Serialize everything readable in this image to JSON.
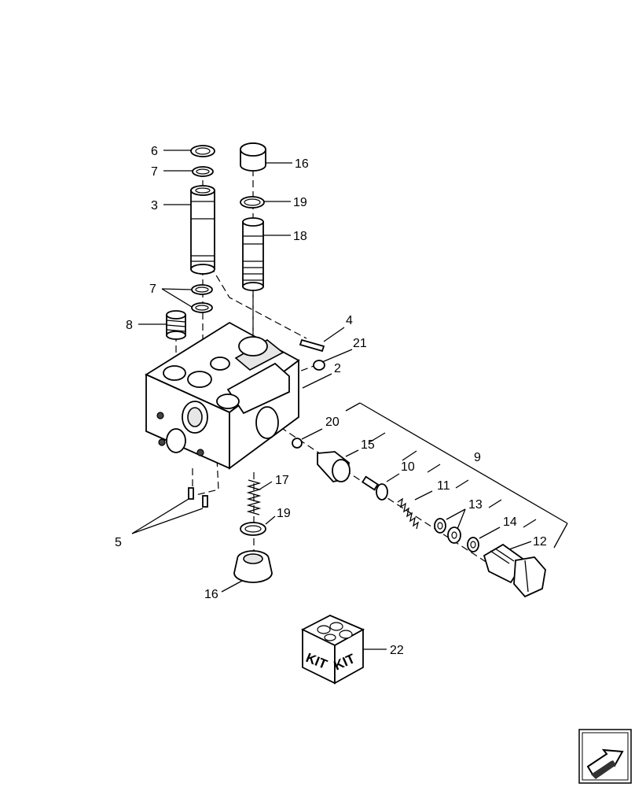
{
  "diagram": {
    "callouts": [
      "6",
      "7",
      "3",
      "7",
      "8",
      "16",
      "19",
      "18",
      "4",
      "21",
      "2",
      "20",
      "15",
      "9",
      "10",
      "11",
      "13",
      "14",
      "12",
      "17",
      "19",
      "5",
      "16",
      "22"
    ],
    "kit_label": "KIT"
  },
  "nav": {
    "icon": "next-page-arrow-icon"
  }
}
